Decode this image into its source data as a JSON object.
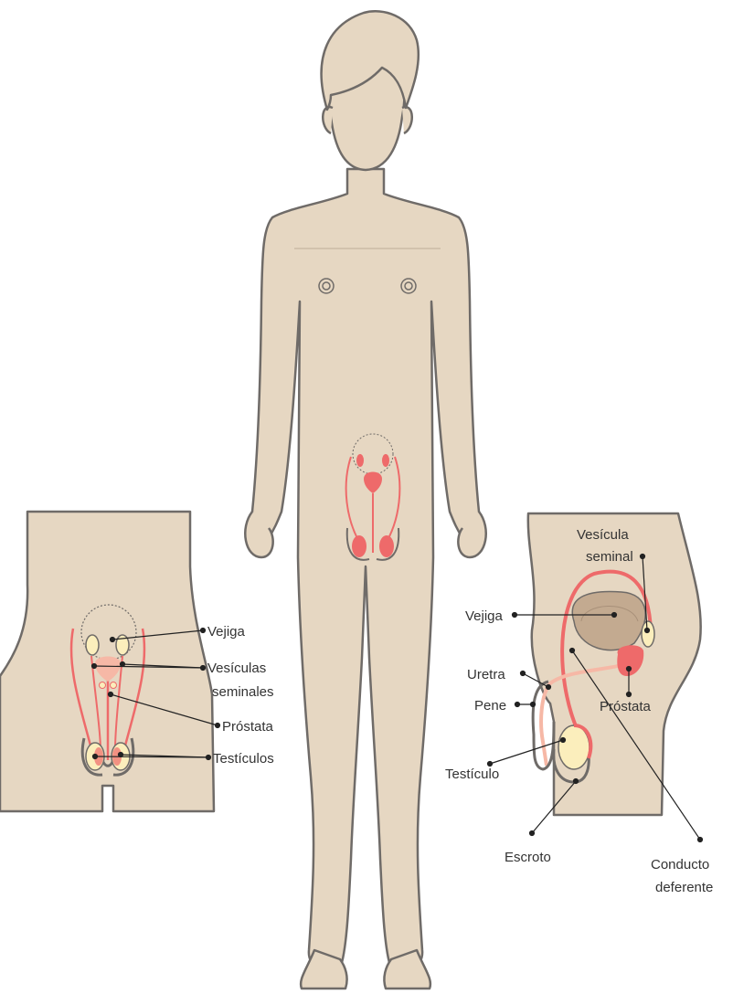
{
  "colors": {
    "skin": "#e6d7c2",
    "outline": "#6f6b68",
    "organ_red": "#ee6a6a",
    "organ_pink": "#f6b8a6",
    "testis": "#fbeebc",
    "bladder": "#c3aa90",
    "line": "#222222"
  },
  "front_view": {
    "labels": {
      "bladder": "Vejiga",
      "vesicles_1": "Vesículas",
      "vesicles_2": "seminales",
      "prostate": "Próstata",
      "testicles": "Testículos"
    }
  },
  "side_view": {
    "labels": {
      "vesicle_1": "Vesícula",
      "vesicle_2": "seminal",
      "bladder": "Vejiga",
      "urethra": "Uretra",
      "penis": "Pene",
      "prostate": "Próstata",
      "testicle": "Testículo",
      "scrotum": "Escroto",
      "vas_1": "Conducto",
      "vas_2": "deferente"
    }
  }
}
